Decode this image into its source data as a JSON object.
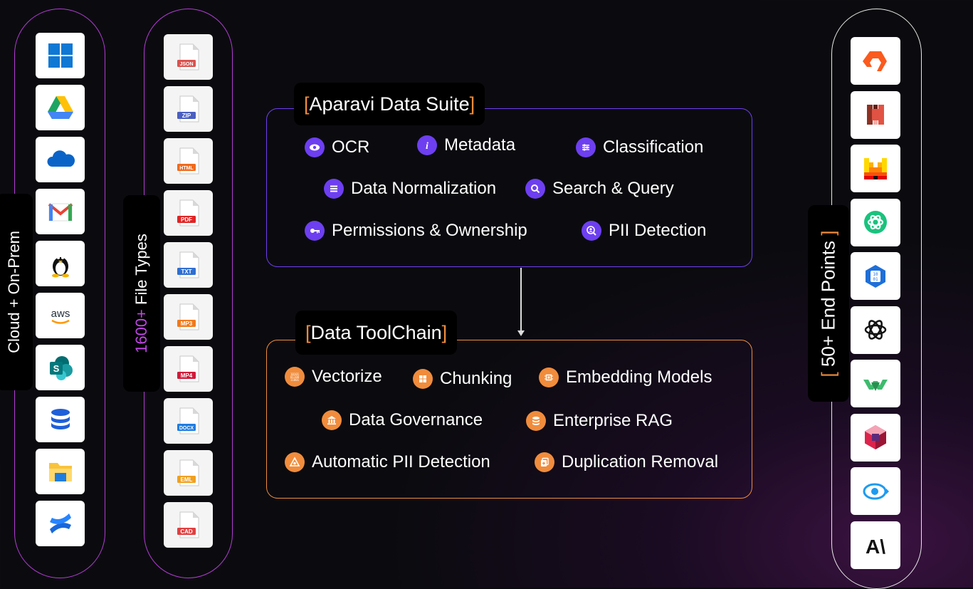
{
  "left_column": {
    "label": "Cloud + On-Prem",
    "icons": [
      "windows-icon",
      "google-drive-icon",
      "onedrive-icon",
      "gmail-icon",
      "linux-icon",
      "aws-icon",
      "sharepoint-icon",
      "database-icon",
      "file-explorer-icon",
      "confluence-icon"
    ],
    "aws_text": "aws"
  },
  "file_types": {
    "label_count": "1600+",
    "label_text": " File Types",
    "files": [
      {
        "name": "json-file-icon",
        "text": "JSON",
        "color": "#d9534f"
      },
      {
        "name": "zip-file-icon",
        "text": "ZIP",
        "color": "#4a5fc1"
      },
      {
        "name": "html-file-icon",
        "text": "HTML",
        "color": "#f06a1c"
      },
      {
        "name": "pdf-file-icon",
        "text": "PDF",
        "color": "#e02424"
      },
      {
        "name": "txt-file-icon",
        "text": "TXT",
        "color": "#2f6fd1"
      },
      {
        "name": "mp3-file-icon",
        "text": "MP3",
        "color": "#f07a1c"
      },
      {
        "name": "mp4-file-icon",
        "text": "MP4",
        "color": "#d01c3a"
      },
      {
        "name": "docx-file-icon",
        "text": "DOCX",
        "color": "#1f7de0"
      },
      {
        "name": "eml-file-icon",
        "text": "EML",
        "color": "#f0a020"
      },
      {
        "name": "cad-file-icon",
        "text": "CAD",
        "color": "#e04040"
      }
    ]
  },
  "endpoints": {
    "label_open": "[ ",
    "label_text": "50+ End Points",
    "label_close": " ]",
    "icons": [
      "pure-storage-icon",
      "aws-s3-icon",
      "mistral-icon",
      "openai-green-icon",
      "azure-blob-icon",
      "openai-icon",
      "weaviate-icon",
      "qdrant-icon",
      "eye-icon",
      "anthropic-icon"
    ],
    "anthropic_text": "A\\"
  },
  "suite": {
    "open": "[ ",
    "title": "Aparavi Data Suite",
    "close": "]",
    "features": [
      "OCR",
      "Metadata",
      "Classification",
      "Data Normalization",
      "Search & Query",
      "Permissions & Ownership",
      "PII Detection"
    ]
  },
  "toolchain": {
    "open": "[ ",
    "title": "Data ToolChain",
    "close": " ]",
    "features": [
      "Vectorize",
      "Chunking",
      "Embedding Models",
      "Data Governance",
      "Enterprise RAG",
      "Automatic PII Detection",
      "Duplication Removal"
    ]
  },
  "colors": {
    "purple": "#6d3ff0",
    "orange": "#f08c3c",
    "magenta": "#b43bd6"
  }
}
